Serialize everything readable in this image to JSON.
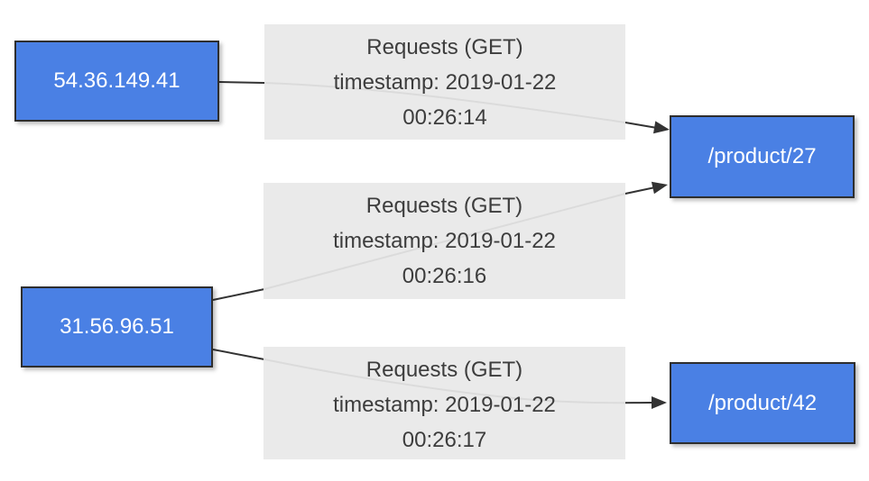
{
  "diagram": {
    "type": "network-graph",
    "colors": {
      "node_fill": "#4a80e4",
      "node_border": "#2e2e2e",
      "node_text": "#ffffff",
      "edge_label_bg": "#e8e8e8",
      "edge_label_text": "#3d3d3d",
      "edge_line": "#333333",
      "background": "#ffffff"
    },
    "nodes": {
      "ip1": {
        "label": "54.36.149.41"
      },
      "ip2": {
        "label": "31.56.96.51"
      },
      "url1": {
        "label": "/product/27"
      },
      "url2": {
        "label": "/product/42"
      }
    },
    "edges": [
      {
        "from": "54.36.149.41",
        "to": "/product/27",
        "line1": "Requests (GET)",
        "line2": "timestamp: 2019-01-22",
        "line3": "00:26:14"
      },
      {
        "from": "31.56.96.51",
        "to": "/product/27",
        "line1": "Requests (GET)",
        "line2": "timestamp: 2019-01-22",
        "line3": "00:26:16"
      },
      {
        "from": "31.56.96.51",
        "to": "/product/42",
        "line1": "Requests (GET)",
        "line2": "timestamp: 2019-01-22",
        "line3": "00:26:17"
      }
    ]
  }
}
